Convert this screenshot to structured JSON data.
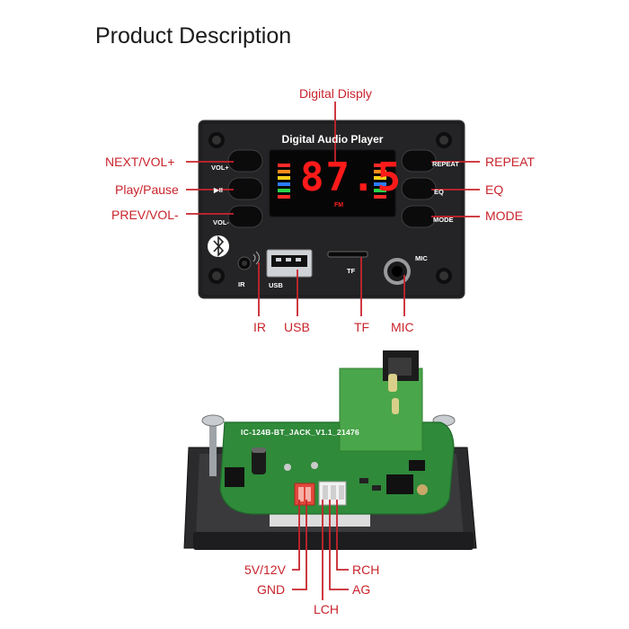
{
  "title": "Product Description",
  "panel": {
    "name": "Digital Audio Player",
    "display_value": "87.5",
    "display_unit": "FM",
    "buttons_left": [
      "VOL+",
      "▶II",
      "VOL-"
    ],
    "buttons_right": [
      "REPEAT",
      "EQ",
      "MODE"
    ],
    "port_labels": {
      "ir": "IR",
      "usb": "USB",
      "tf": "TF",
      "mic": "MIC"
    }
  },
  "callouts": {
    "top": "Digital Disply",
    "left": [
      "NEXT/VOL+",
      "Play/Pause",
      "PREV/VOL-"
    ],
    "right": [
      "REPEAT",
      "EQ",
      "MODE"
    ],
    "bottom": [
      "IR",
      "USB",
      "TF",
      "MIC"
    ]
  },
  "board": {
    "pcb_label": "IC-124B-BT_JACK_V1.1_21476",
    "pin_callouts": [
      "5V/12V",
      "GND",
      "LCH",
      "RCH",
      "AG"
    ]
  },
  "colors": {
    "callout": "#c8242c",
    "panel": "#1e1e20",
    "display": "#ff1a1a",
    "pcb": "#2f8a3a"
  }
}
